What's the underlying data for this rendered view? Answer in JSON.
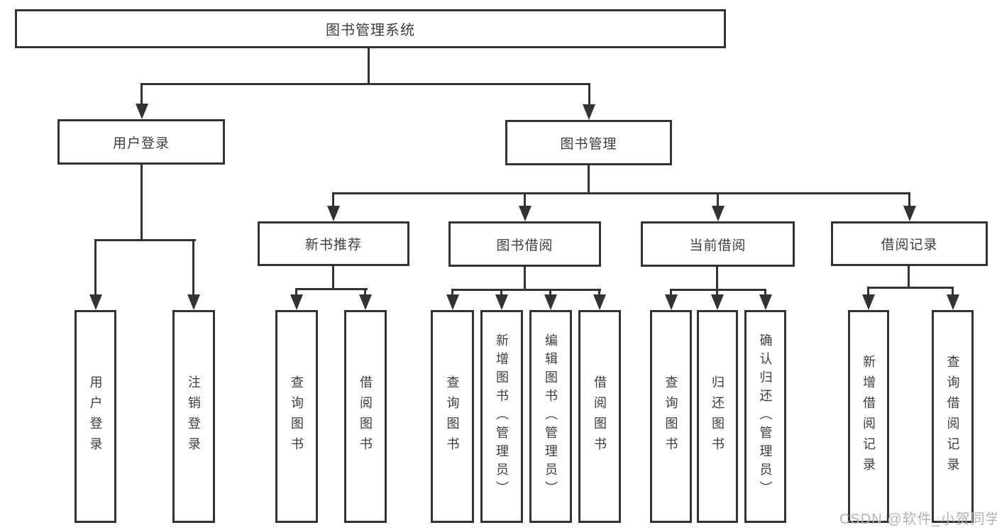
{
  "diagram": {
    "tree": {
      "label": "图书管理系统",
      "children": [
        {
          "label": "用户登录",
          "children": [
            {
              "label": "用户登录"
            },
            {
              "label": "注销登录"
            }
          ]
        },
        {
          "label": "图书管理",
          "children": [
            {
              "label": "新书推荐",
              "children": [
                {
                  "label": "查询图书"
                },
                {
                  "label": "借阅图书"
                }
              ]
            },
            {
              "label": "图书借阅",
              "children": [
                {
                  "label": "查询图书"
                },
                {
                  "label": "新增图书（管理员）"
                },
                {
                  "label": "编辑图书（管理员）"
                },
                {
                  "label": "借阅图书"
                }
              ]
            },
            {
              "label": "当前借阅",
              "children": [
                {
                  "label": "查询图书"
                },
                {
                  "label": "归还图书"
                },
                {
                  "label": "确认归还（管理员）"
                }
              ]
            },
            {
              "label": "借阅记录",
              "children": [
                {
                  "label": "新增借阅记录"
                },
                {
                  "label": "查询借阅记录"
                }
              ]
            }
          ]
        }
      ]
    },
    "colors": {
      "line": "#333333",
      "box_border": "#333333",
      "text": "#3d3d3d",
      "background": "#ffffff",
      "watermark": "#b3b3b3"
    }
  },
  "watermark": {
    "text": "CSDN @软件_小贺同学"
  }
}
